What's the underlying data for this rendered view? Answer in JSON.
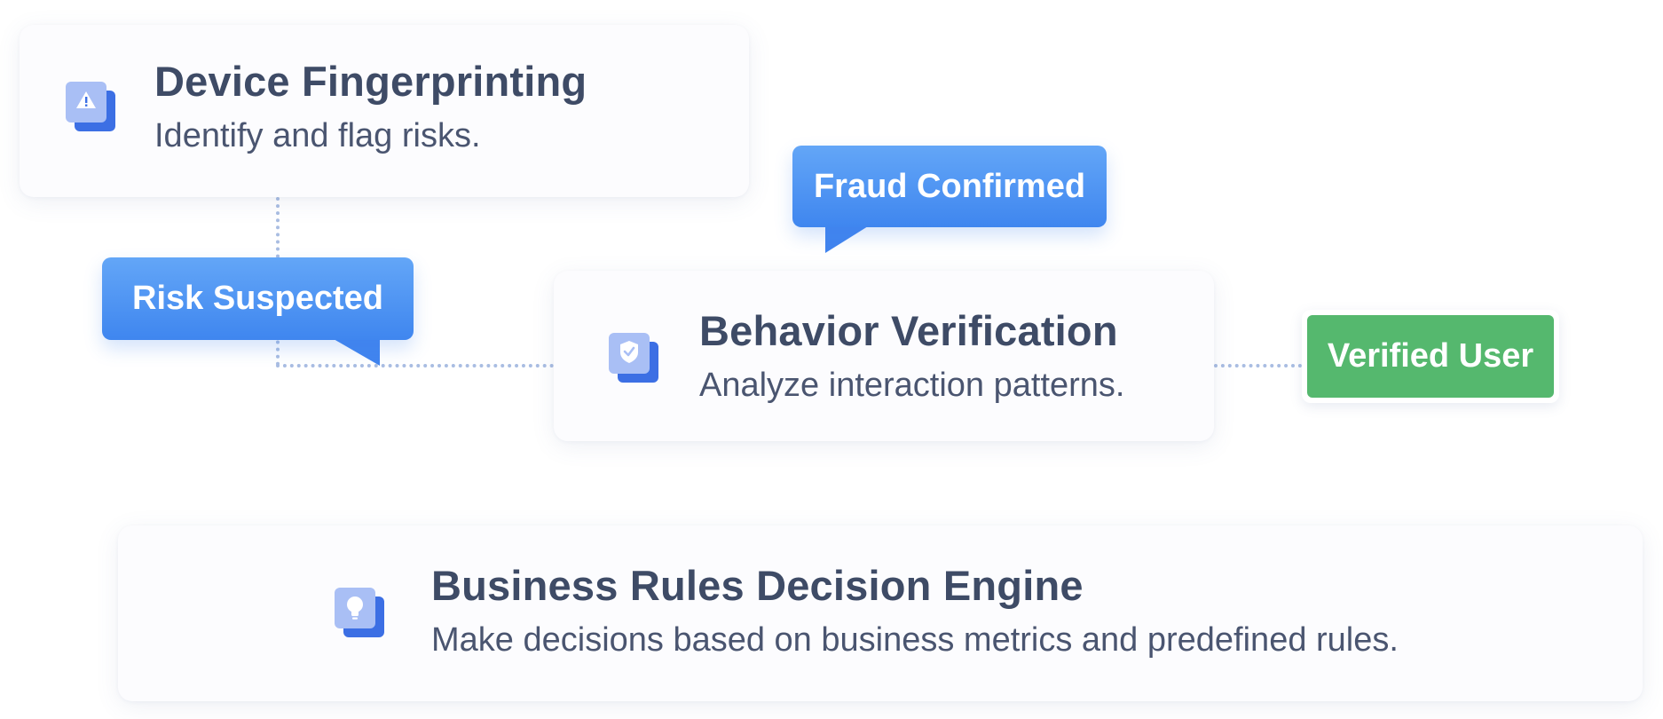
{
  "nodes": {
    "device": {
      "title": "Device Fingerprinting",
      "description": "Identify and flag risks.",
      "icon": "warning-icon"
    },
    "behavior": {
      "title": "Behavior Verification",
      "description": "Analyze interaction patterns.",
      "icon": "shield-check-icon"
    },
    "business": {
      "title": "Business Rules Decision Engine",
      "description": "Make decisions based on business metrics and predefined rules.",
      "icon": "lightbulb-icon"
    }
  },
  "labels": {
    "risk_suspected": "Risk Suspected",
    "fraud_confirmed": "Fraud Confirmed",
    "verified_user": "Verified User"
  },
  "colors": {
    "accent_blue": "#4a8af2",
    "success_green": "#55b86e",
    "title_text": "#3e4b66",
    "connector": "#a9bde2"
  }
}
